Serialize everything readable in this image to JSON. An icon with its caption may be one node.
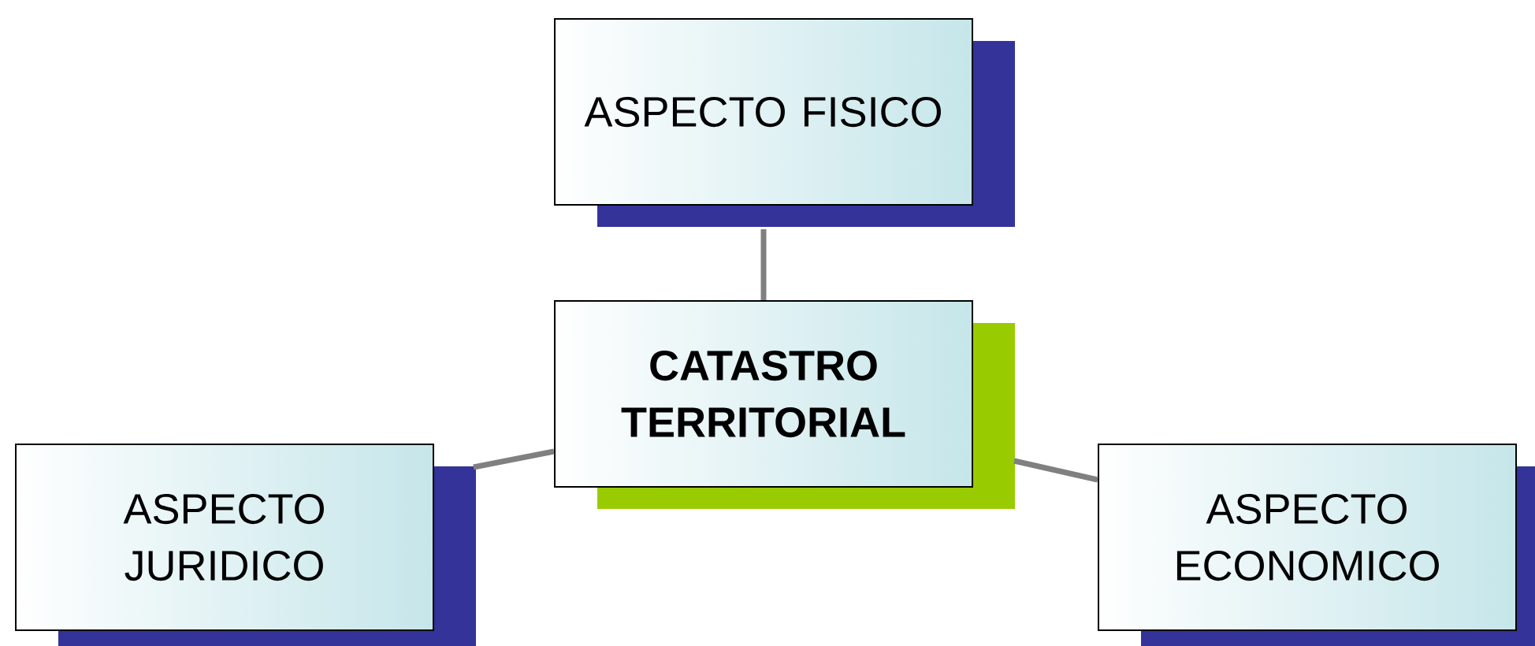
{
  "diagram": {
    "nodes": [
      {
        "text": [
          "ASPECTO FISICO"
        ]
      },
      {
        "text": [
          "CATASTRO TERRITORIAL"
        ]
      },
      {
        "text": [
          "ASPECTO JURIDICO"
        ]
      },
      {
        "text": [
          "ASPECTO ECONOMICO"
        ]
      }
    ],
    "edges": [
      {
        "from": 1,
        "to": 0,
        "arrow": "none"
      },
      {
        "from": 1,
        "to": 2,
        "arrow": "none"
      },
      {
        "from": 1,
        "to": 3,
        "arrow": "none"
      }
    ]
  }
}
